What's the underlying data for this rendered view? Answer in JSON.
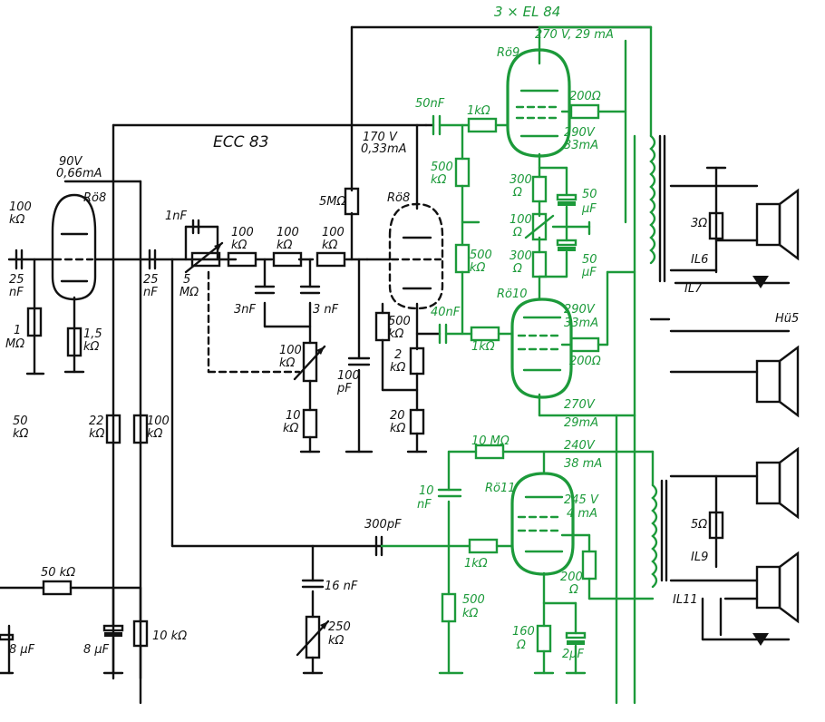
{
  "colors": {
    "ink": "#111111",
    "green": "#1c9a3a",
    "paper": "#ffffff"
  },
  "titles": {
    "el84": "3 × EL 84",
    "ecc83": "ECC 83"
  },
  "tubes": {
    "ro8a": "Rö8",
    "ro8b": "Rö8",
    "ro9": "Rö9",
    "ro10": "Rö10",
    "ro11": "Rö11"
  },
  "voltages": {
    "v90": "90V",
    "i066": "0,66mA",
    "v170": "170 V",
    "i033": "0,33mA",
    "top_el84": "270 V, 29 mA",
    "ro9_v": "290V",
    "ro9_i": "33mA",
    "ro10_v": "290V",
    "ro10_i": "33mA",
    "bot_v": "270V",
    "bot_i": "29mA",
    "ro11_top_v": "240V",
    "ro11_top_i": "38 mA",
    "ro11_v": "245 V",
    "ro11_i": "4 mA"
  },
  "labels": {
    "r100k_in": "100",
    "r100k_in_u": "kΩ",
    "c25_1": "25",
    "c25_1u": "nF",
    "r1m": "1",
    "r1m_u": "MΩ",
    "r15k": "1,5",
    "r15k_u": "kΩ",
    "r50k_left": "50",
    "r50k_left_u": "kΩ",
    "c25_2": "25",
    "c25_2u": "nF",
    "c1n": "1nF",
    "pot5m": "5",
    "pot5m_u": "MΩ",
    "r100a": "100",
    "r100a_u": "kΩ",
    "r100b": "100",
    "r100b_u": "kΩ",
    "r100c": "100",
    "r100c_u": "kΩ",
    "c3n_a": "3nF",
    "c3n_b": "3 nF",
    "pot100k": "100",
    "pot100k_u": "kΩ",
    "r10k_mid": "10",
    "r10k_mid_u": "kΩ",
    "r5m": "5MΩ",
    "c100p": "100",
    "c100p_u": "pF",
    "r500_ro8": "500",
    "r500_ro8_u": "kΩ",
    "r2k": "2",
    "r2k_u": "kΩ",
    "r20k": "20",
    "r20k_u": "kΩ",
    "r22k": "22",
    "r22k_u": "kΩ",
    "r100k_v": "100",
    "r100k_v_u": "kΩ",
    "c50n_top": "50nF",
    "r1k_top": "1kΩ",
    "r500k_a": "500",
    "r500k_a_u": "kΩ",
    "r500k_b": "500",
    "r500k_b_u": "kΩ",
    "c40n": "40nF",
    "r1k_mid": "1kΩ",
    "r200_top": "200Ω",
    "r200_mid": "200Ω",
    "r300_a": "300",
    "r300_a_u": "Ω",
    "r100_pot": "100",
    "r100_pot_u": "Ω",
    "r300_b": "300",
    "r300_b_u": "Ω",
    "c50u_a": "50",
    "c50u_a_u": "μF",
    "c50u_b": "50",
    "c50u_b_u": "μF",
    "r3ohm": "3Ω",
    "il6": "IL6",
    "il7": "IL7",
    "hu5": "Hü5",
    "r10m": "10 MΩ",
    "c10n": "10",
    "c10n_u": "nF",
    "c300p": "300pF",
    "r1k_low": "1kΩ",
    "r200_low": "200",
    "r200_low_u": "Ω",
    "r500k_low": "500",
    "r500k_low_u": "kΩ",
    "r160": "160",
    "r160_u": "Ω",
    "c2u": "2μF",
    "r5ohm": "5Ω",
    "il9": "IL9",
    "il11": "IL11",
    "c16n": "16 nF",
    "pot250": "250",
    "pot250_u": "kΩ",
    "r50k_bot": "50 kΩ",
    "c8u_a": "8 μF",
    "c8u_b": "8 μF",
    "r10k_bot": "10 kΩ"
  }
}
